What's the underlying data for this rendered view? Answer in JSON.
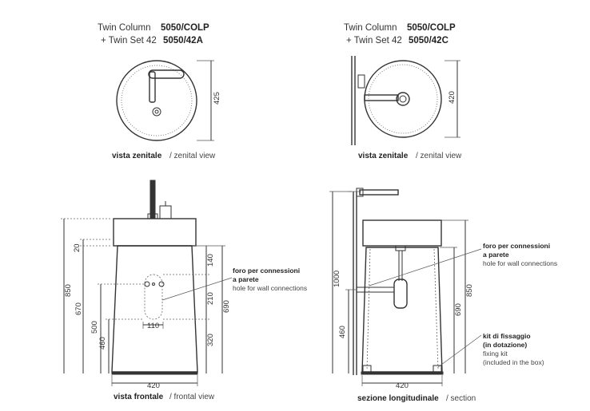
{
  "top_left": {
    "line1_text": "Twin Column",
    "line1_code": "5050/COLP",
    "line2_text": "+ Twin Set 42",
    "line2_code": "5050/42A",
    "dim_depth": "425",
    "caption_bold": "vista zenitale",
    "caption_rest": " / zenital view"
  },
  "top_right": {
    "line1_text": "Twin Column",
    "line1_code": "5050/COLP",
    "line2_text": "+ Twin Set 42",
    "line2_code": "5050/42C",
    "dim_depth": "420",
    "caption_bold": "vista zenitale",
    "caption_rest": " / zenital view"
  },
  "front": {
    "dims": {
      "total_height": "850",
      "top_gap": "20",
      "column_height": "670",
      "mid_height": "500",
      "hole_base": "460",
      "hole_top": "140",
      "hole_height": "210",
      "hole_bottom": "320",
      "right_height": "690",
      "hole_width": "110",
      "base_width": "420"
    },
    "note_bold_1": "foro per connessioni",
    "note_bold_2": "a parete",
    "note_text": "hole for wall connections",
    "caption_bold": "vista frontale",
    "caption_rest": " / frontal view"
  },
  "section": {
    "dims": {
      "wall_height": "1000",
      "hole_base": "460",
      "right_height": "690",
      "total_height": "850",
      "base_width": "420"
    },
    "note1_bold_1": "foro per connessioni",
    "note1_bold_2": "a parete",
    "note1_text": "hole for wall connections",
    "note2_bold_1": "kit di fissaggio",
    "note2_bold_2": "(in dotazione)",
    "note2_text_1": "fixing kit",
    "note2_text_2": "(included in the box)",
    "caption_bold": "sezione longitudinale",
    "caption_rest": " / section"
  }
}
